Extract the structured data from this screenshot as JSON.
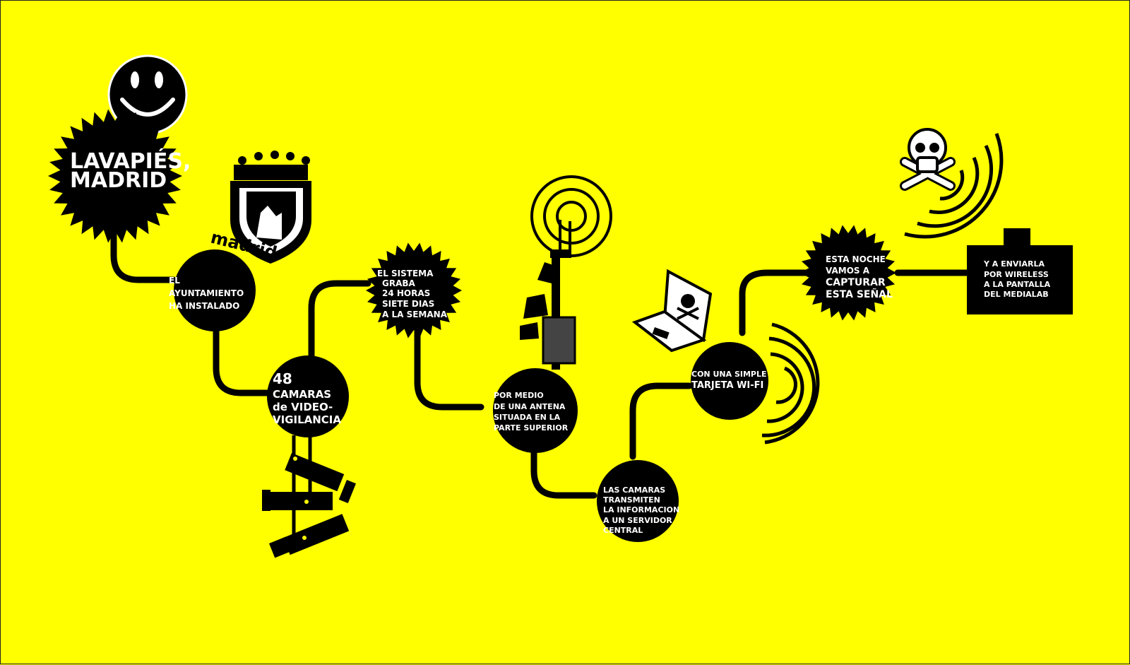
{
  "colors": {
    "background": "#ffff00",
    "ink": "#000000",
    "text": "#ffffff"
  },
  "title": {
    "lines": [
      "LAVAPIÉS,",
      "MADRID"
    ]
  },
  "logo_label": "madrid",
  "nodes": {
    "ayuntamiento": {
      "lines": [
        "EL",
        "AYUNTAMIENTO",
        "HA INSTALADO"
      ]
    },
    "camaras": {
      "lines": [
        "48",
        "CAMARAS",
        "de VIDEO-",
        "VIGILANCIA"
      ]
    },
    "sistema": {
      "lines": [
        "EL SISTEMA",
        "GRABA",
        "24 HORAS",
        "SIETE DIAS",
        "A LA SEMANA"
      ]
    },
    "antena": {
      "lines": [
        "POR MEDIO",
        "DE UNA ANTENA",
        "SITUADA  EN LA",
        "PARTE SUPERIOR"
      ]
    },
    "servidor": {
      "lines": [
        "LAS CAMARAS",
        "TRANSMITEN",
        "LA INFORMACION",
        "A UN SERVIDOR",
        "CENTRAL"
      ]
    },
    "wifi": {
      "lines": [
        "CON UNA SIMPLE",
        "TARJETA WI-FI"
      ]
    },
    "captura": {
      "lines": [
        "ESTA NOCHE",
        "VAMOS A",
        "CAPTURAR",
        "ESTA SEÑAL"
      ]
    },
    "medialab": {
      "lines": [
        "Y A ENVIARLA",
        "POR WIRELESS",
        "A LA PANTALLA",
        "DEL MEDIALAB"
      ]
    }
  },
  "icons": [
    "smiley-icon",
    "madrid-coat-of-arms-icon",
    "cctv-camera-icon",
    "antenna-icon",
    "laptop-icon",
    "skull-crossbones-icon",
    "wireless-signal-icon",
    "battery-icon"
  ]
}
